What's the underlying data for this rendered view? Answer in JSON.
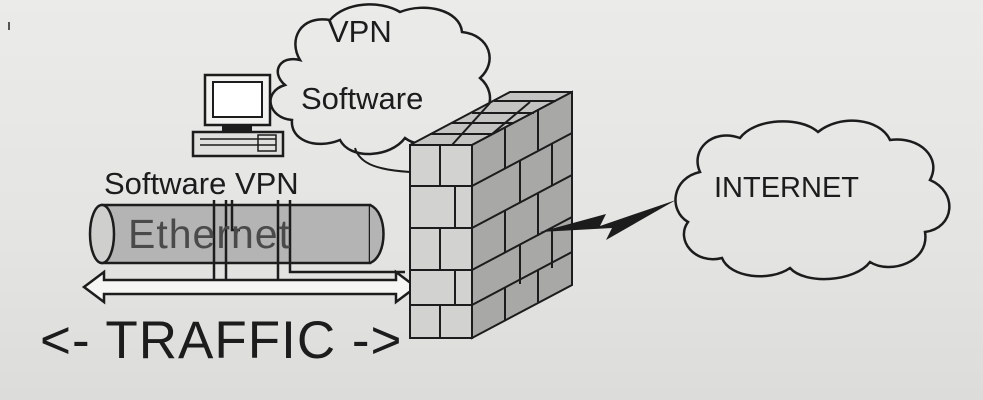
{
  "diagram": {
    "cloud_vpn": {
      "line1": "VPN",
      "line2": "Software"
    },
    "software_vpn_label": "Software VPN",
    "ethernet_label": "Ethernet",
    "internet_label": "INTERNET",
    "traffic_label": "<- TRAFFIC ->"
  },
  "colors": {
    "stroke": "#1c1c1c",
    "pipe_fill": "#b4b4b4",
    "brick_light": "#d2d2d0",
    "brick_dark": "#a8a8a6",
    "background": "#e6e6e4"
  },
  "icons": [
    "computer-icon",
    "firewall-icon",
    "cloud-icon",
    "lightning-bolt-icon",
    "double-arrow-icon"
  ]
}
